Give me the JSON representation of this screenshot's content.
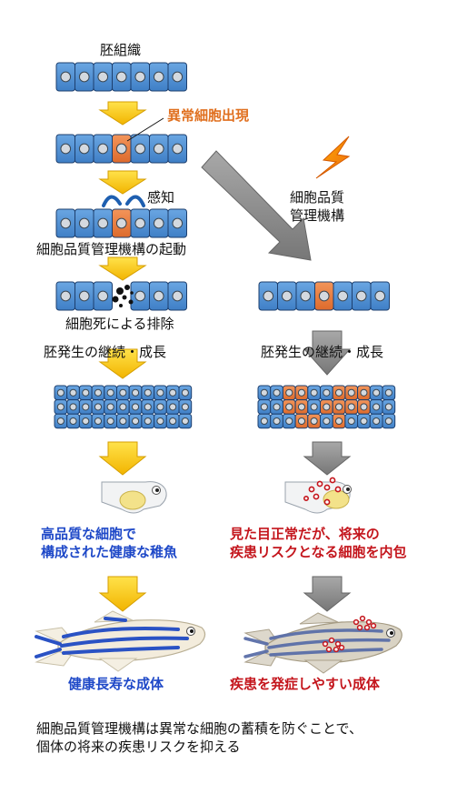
{
  "labels": {
    "embryo_tissue": "胚組織",
    "abnormal_cell": "異常細胞出現",
    "sensing": "感知",
    "qc_activation": "細胞品質管理機構の起動",
    "apoptosis": "細胞死による排除",
    "growth_left": "胚発生の継続・成長",
    "qc_right_line1": "細胞品質",
    "qc_right_line2": "管理機構",
    "growth_right": "胚発生の継続・成長",
    "healthy_larva_line1": "高品質な細胞で",
    "healthy_larva_line2": "構成された健康な稚魚",
    "risky_larva_line1": "見た目正常だが、将来の",
    "risky_larva_line2": "疾患リスクとなる細胞を内包",
    "healthy_adult": "健康長寿な成体",
    "disease_adult": "疾患を発症しやすい成体",
    "summary_line1": "細胞品質管理機構は異常な細胞の蓄積を防ぐことで、",
    "summary_line2": "個体の将来の疾患リスクを抑える"
  },
  "colors": {
    "cell_blue": "#4f8fd2",
    "cell_orange": "#e8763a",
    "arrow_yellow": "#f6c000",
    "arrow_gray": "#8e8e8e",
    "text_blue": "#1f49c8",
    "text_red": "#c4151c"
  }
}
